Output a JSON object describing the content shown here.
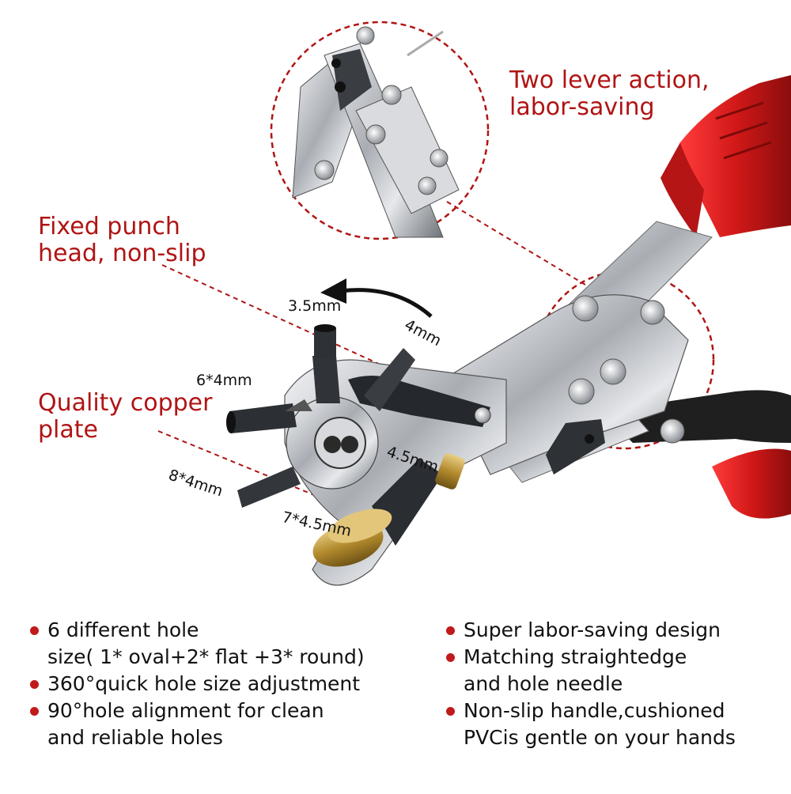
{
  "callouts": {
    "lever": [
      "Two lever action,",
      "labor-saving"
    ],
    "punch_head": [
      "Fixed punch",
      "head, non-slip"
    ],
    "copper": [
      "Quality copper",
      "plate"
    ]
  },
  "hole_sizes": {
    "s35": "3.5mm",
    "s4": "4mm",
    "s64": "6*4mm",
    "s84": "8*4mm",
    "s45": "4.5mm",
    "s745": "7*4.5mm"
  },
  "features_left": [
    [
      "6 different hole",
      "size( 1* oval+2* flat +3* round)"
    ],
    [
      "360°quick hole size adjustment"
    ],
    [
      "90°hole alignment for clean",
      "and reliable holes"
    ]
  ],
  "features_right": [
    [
      "Super labor-saving design"
    ],
    [
      "Matching straightedge",
      "and hole needle"
    ],
    [
      "Non-slip handle,cushioned",
      "PVCis gentle on your hands"
    ]
  ],
  "colors": {
    "accent_red": "#b01414",
    "handle_red": "#d62020",
    "handle_black": "#1e1e1e",
    "steel": "#c9ccd1",
    "brass": "#b38b2e"
  }
}
